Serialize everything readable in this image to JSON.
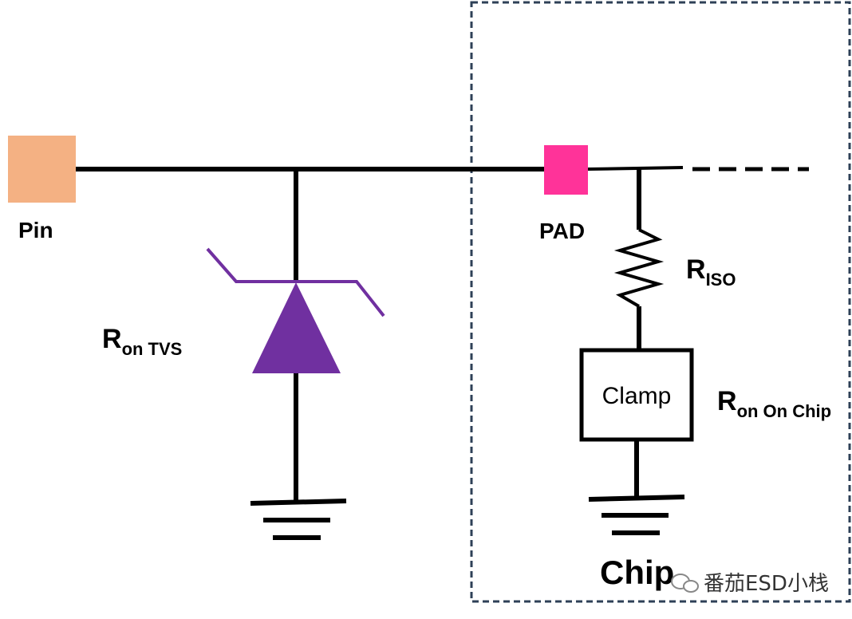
{
  "labels": {
    "pin": "Pin",
    "pad": "PAD",
    "r_iso_main": "R",
    "r_iso_sub": "ISO",
    "r_tvs_main": "R",
    "r_tvs_sub": "on TVS",
    "r_chip_main": "R",
    "r_chip_sub": "on On Chip",
    "clamp": "Clamp",
    "chip": "Chip"
  },
  "watermark": {
    "text": "番茄ESD小栈"
  },
  "colors": {
    "pin": "#F4B183",
    "pad": "#FF3399",
    "tvs_diode": "#7030A0",
    "wire": "#000000",
    "chip_boundary": "#2E4057"
  }
}
